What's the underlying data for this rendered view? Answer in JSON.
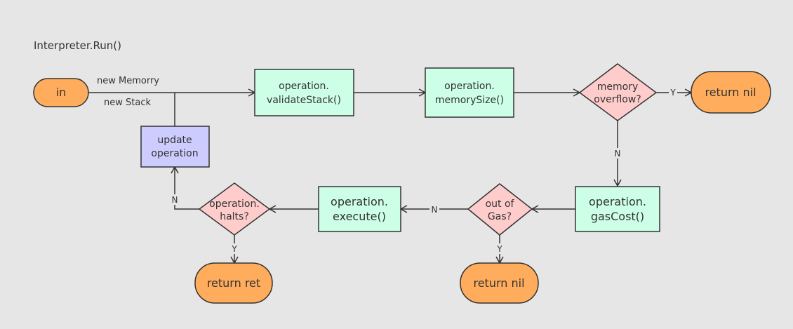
{
  "title": "Interpreter.Run()",
  "colors": {
    "terminal": "#ffad5c",
    "process": "#ccffe6",
    "decision": "#ffcccc",
    "update": "#ccccff",
    "stroke": "#333333",
    "background": "#e6e6e6"
  },
  "nodes": {
    "start": {
      "label": "in"
    },
    "validate": {
      "line1": "operation.",
      "line2": "validateStack()"
    },
    "memsize": {
      "line1": "operation.",
      "line2": "memorySize()"
    },
    "memoverflow": {
      "line1": "memory",
      "line2": "overflow?"
    },
    "return_nil_1": {
      "label": "return nil"
    },
    "gascost": {
      "line1": "operation.",
      "line2": "gasCost()"
    },
    "outofgas": {
      "line1": "out of",
      "line2": "Gas?"
    },
    "return_nil_2": {
      "label": "return nil"
    },
    "execute": {
      "line1": "operation.",
      "line2": "execute()"
    },
    "halts": {
      "line1": "operation.",
      "line2": "halts?"
    },
    "return_ret": {
      "label": "return ret"
    },
    "update": {
      "line1": "update",
      "line2": "operation"
    }
  },
  "edge_labels": {
    "new_memory": "new Memorry",
    "new_stack": "new Stack",
    "yes_overflow": "Y",
    "no_overflow": "N",
    "no_gas": "N",
    "yes_gas": "Y",
    "yes_halts": "Y",
    "no_halts": "N"
  }
}
